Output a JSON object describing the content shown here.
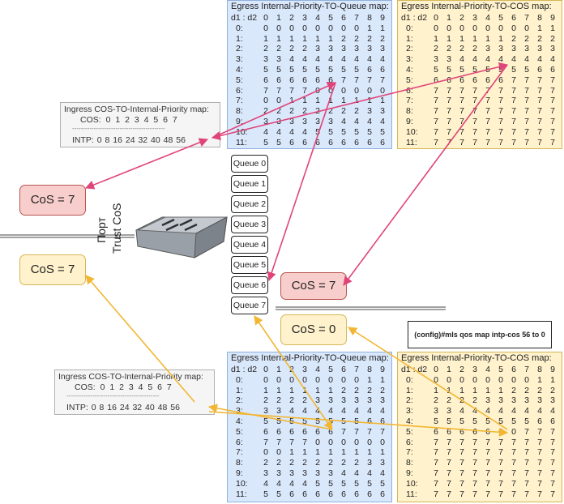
{
  "egress_queue_top": {
    "title": "Egress Internal-Priority-TO-Queue map:",
    "header_label": "d1 : d2",
    "cols": [
      "0",
      "1",
      "2",
      "3",
      "4",
      "5",
      "6",
      "7",
      "8",
      "9"
    ],
    "rows": [
      {
        "label": "0:",
        "values": [
          "0",
          "0",
          "0",
          "0",
          "0",
          "0",
          "0",
          "0",
          "1",
          "1"
        ]
      },
      {
        "label": "1:",
        "values": [
          "1",
          "1",
          "1",
          "1",
          "1",
          "1",
          "2",
          "2",
          "2",
          "2"
        ]
      },
      {
        "label": "2:",
        "values": [
          "2",
          "2",
          "2",
          "2",
          "3",
          "3",
          "3",
          "3",
          "3",
          "3"
        ]
      },
      {
        "label": "3:",
        "values": [
          "3",
          "3",
          "4",
          "4",
          "4",
          "4",
          "4",
          "4",
          "4",
          "4"
        ]
      },
      {
        "label": "4:",
        "values": [
          "5",
          "5",
          "5",
          "5",
          "5",
          "5",
          "5",
          "5",
          "6",
          "6"
        ]
      },
      {
        "label": "5:",
        "values": [
          "6",
          "6",
          "6",
          "6",
          "6",
          "6",
          "7",
          "7",
          "7",
          "7"
        ]
      },
      {
        "label": "6:",
        "values": [
          "7",
          "7",
          "7",
          "7",
          "0",
          "0",
          "0",
          "0",
          "0",
          "0"
        ]
      },
      {
        "label": "7:",
        "values": [
          "0",
          "0",
          "1",
          "1",
          "1",
          "1",
          "1",
          "1",
          "1",
          "1"
        ]
      },
      {
        "label": "8:",
        "values": [
          "2",
          "2",
          "2",
          "2",
          "2",
          "2",
          "2",
          "2",
          "3",
          "3"
        ]
      },
      {
        "label": "9:",
        "values": [
          "3",
          "3",
          "3",
          "3",
          "3",
          "3",
          "4",
          "4",
          "4",
          "4"
        ]
      },
      {
        "label": "10:",
        "values": [
          "4",
          "4",
          "4",
          "4",
          "5",
          "5",
          "5",
          "5",
          "5",
          "5"
        ]
      },
      {
        "label": "11:",
        "values": [
          "5",
          "5",
          "6",
          "6",
          "6",
          "6",
          "6",
          "6",
          "6",
          "6"
        ]
      }
    ]
  },
  "egress_cos_top": {
    "title": "Egress Internal-Priority-TO-COS map:",
    "header_label": "d1 : d2",
    "cols": [
      "0",
      "1",
      "2",
      "3",
      "4",
      "5",
      "6",
      "7",
      "8",
      "9"
    ],
    "rows": [
      {
        "label": "0:",
        "values": [
          "0",
          "0",
          "0",
          "0",
          "0",
          "0",
          "0",
          "0",
          "1",
          "1"
        ]
      },
      {
        "label": "1:",
        "values": [
          "1",
          "1",
          "1",
          "1",
          "1",
          "1",
          "2",
          "2",
          "2",
          "2"
        ]
      },
      {
        "label": "2:",
        "values": [
          "2",
          "2",
          "2",
          "2",
          "3",
          "3",
          "3",
          "3",
          "3",
          "3"
        ]
      },
      {
        "label": "3:",
        "values": [
          "3",
          "3",
          "4",
          "4",
          "4",
          "4",
          "4",
          "4",
          "4",
          "4"
        ]
      },
      {
        "label": "4:",
        "values": [
          "5",
          "5",
          "5",
          "5",
          "5",
          "5",
          "5",
          "5",
          "6",
          "6"
        ]
      },
      {
        "label": "5:",
        "values": [
          "6",
          "6",
          "6",
          "6",
          "6",
          "6",
          "7",
          "7",
          "7",
          "7"
        ]
      },
      {
        "label": "6:",
        "values": [
          "7",
          "7",
          "7",
          "7",
          "7",
          "7",
          "7",
          "7",
          "7",
          "7"
        ]
      },
      {
        "label": "7:",
        "values": [
          "7",
          "7",
          "7",
          "7",
          "7",
          "7",
          "7",
          "7",
          "7",
          "7"
        ]
      },
      {
        "label": "8:",
        "values": [
          "7",
          "7",
          "7",
          "7",
          "7",
          "7",
          "7",
          "7",
          "7",
          "7"
        ]
      },
      {
        "label": "9:",
        "values": [
          "7",
          "7",
          "7",
          "7",
          "7",
          "7",
          "7",
          "7",
          "7",
          "7"
        ]
      },
      {
        "label": "10:",
        "values": [
          "7",
          "7",
          "7",
          "7",
          "7",
          "7",
          "7",
          "7",
          "7",
          "7"
        ]
      },
      {
        "label": "11:",
        "values": [
          "7",
          "7",
          "7",
          "7",
          "7",
          "7",
          "7",
          "7",
          "7",
          "7"
        ]
      }
    ]
  },
  "egress_queue_bottom": {
    "title": "Egress Internal-Priority-TO-Queue map:",
    "header_label": "d1 : d2",
    "cols": [
      "0",
      "1",
      "2",
      "3",
      "4",
      "5",
      "6",
      "7",
      "8",
      "9"
    ],
    "rows": [
      {
        "label": "0:",
        "values": [
          "0",
          "0",
          "0",
          "0",
          "0",
          "0",
          "0",
          "0",
          "1",
          "1"
        ]
      },
      {
        "label": "1:",
        "values": [
          "1",
          "1",
          "1",
          "1",
          "1",
          "1",
          "2",
          "2",
          "2",
          "2"
        ]
      },
      {
        "label": "2:",
        "values": [
          "2",
          "2",
          "2",
          "2",
          "3",
          "3",
          "3",
          "3",
          "3",
          "3"
        ]
      },
      {
        "label": "3:",
        "values": [
          "3",
          "3",
          "4",
          "4",
          "4",
          "4",
          "4",
          "4",
          "4",
          "4"
        ]
      },
      {
        "label": "4:",
        "values": [
          "5",
          "5",
          "5",
          "5",
          "5",
          "5",
          "5",
          "5",
          "6",
          "6"
        ]
      },
      {
        "label": "5:",
        "values": [
          "6",
          "6",
          "6",
          "6",
          "6",
          "6",
          "7",
          "7",
          "7",
          "7"
        ]
      },
      {
        "label": "6:",
        "values": [
          "7",
          "7",
          "7",
          "7",
          "0",
          "0",
          "0",
          "0",
          "0",
          "0"
        ]
      },
      {
        "label": "7:",
        "values": [
          "0",
          "0",
          "1",
          "1",
          "1",
          "1",
          "1",
          "1",
          "1",
          "1"
        ]
      },
      {
        "label": "8:",
        "values": [
          "2",
          "2",
          "2",
          "2",
          "2",
          "2",
          "2",
          "2",
          "3",
          "3"
        ]
      },
      {
        "label": "9:",
        "values": [
          "3",
          "3",
          "3",
          "3",
          "3",
          "3",
          "4",
          "4",
          "4",
          "4"
        ]
      },
      {
        "label": "10:",
        "values": [
          "4",
          "4",
          "4",
          "4",
          "5",
          "5",
          "5",
          "5",
          "5",
          "5"
        ]
      },
      {
        "label": "11:",
        "values": [
          "5",
          "5",
          "6",
          "6",
          "6",
          "6",
          "6",
          "6",
          "6",
          "6"
        ]
      }
    ]
  },
  "egress_cos_bottom": {
    "title": "Egress Internal-Priority-TO-COS map:",
    "header_label": "d1 : d2",
    "cols": [
      "0",
      "1",
      "2",
      "3",
      "4",
      "5",
      "6",
      "7",
      "8",
      "9"
    ],
    "rows": [
      {
        "label": "0:",
        "values": [
          "0",
          "0",
          "0",
          "0",
          "0",
          "0",
          "0",
          "0",
          "1",
          "1"
        ]
      },
      {
        "label": "1:",
        "values": [
          "1",
          "1",
          "1",
          "1",
          "1",
          "1",
          "2",
          "2",
          "2",
          "2"
        ]
      },
      {
        "label": "2:",
        "values": [
          "2",
          "2",
          "2",
          "2",
          "3",
          "3",
          "3",
          "3",
          "3",
          "3"
        ]
      },
      {
        "label": "3:",
        "values": [
          "3",
          "3",
          "4",
          "4",
          "4",
          "4",
          "4",
          "4",
          "4",
          "4"
        ]
      },
      {
        "label": "4:",
        "values": [
          "5",
          "5",
          "5",
          "5",
          "5",
          "5",
          "5",
          "5",
          "6",
          "6"
        ]
      },
      {
        "label": "5:",
        "values": [
          "6",
          "6",
          "6",
          "6",
          "6",
          "6",
          "0",
          "7",
          "7",
          "7"
        ]
      },
      {
        "label": "6:",
        "values": [
          "7",
          "7",
          "7",
          "7",
          "7",
          "7",
          "7",
          "7",
          "7",
          "7"
        ]
      },
      {
        "label": "7:",
        "values": [
          "7",
          "7",
          "7",
          "7",
          "7",
          "7",
          "7",
          "7",
          "7",
          "7"
        ]
      },
      {
        "label": "8:",
        "values": [
          "7",
          "7",
          "7",
          "7",
          "7",
          "7",
          "7",
          "7",
          "7",
          "7"
        ]
      },
      {
        "label": "9:",
        "values": [
          "7",
          "7",
          "7",
          "7",
          "7",
          "7",
          "7",
          "7",
          "7",
          "7"
        ]
      },
      {
        "label": "10:",
        "values": [
          "7",
          "7",
          "7",
          "7",
          "7",
          "7",
          "7",
          "7",
          "7",
          "7"
        ]
      },
      {
        "label": "11:",
        "values": [
          "7",
          "7",
          "7",
          "7",
          "7",
          "7",
          "7",
          "7",
          "7",
          "7"
        ]
      }
    ]
  },
  "ingress_top": {
    "title": "Ingress COS-TO-Internal-Priority map:",
    "cos_line": "COS:  0   1   2   3   4   5   6   7",
    "divider": "-------------------------------------------",
    "intp_line": "INTP: 0   8   16  24  32  40  48  56"
  },
  "ingress_bottom": {
    "title": "Ingress COS-TO-Internal-Priority map:",
    "cos_line": "COS:  0   1   2   3   4   5   6   7",
    "divider": "-------------------------------------------",
    "intp_line": "INTP: 0   8   16  24  32  40  48  56"
  },
  "queues": [
    "Queue 0",
    "Queue 1",
    "Queue 2",
    "Queue 3",
    "Queue 4",
    "Queue 5",
    "Queue 6",
    "Queue 7"
  ],
  "badges": {
    "ingress_cos_red": "CoS = 7",
    "ingress_cos_yellow": "CoS = 7",
    "egress_cos_red": "CoS = 7",
    "egress_cos_yellow": "CoS = 0"
  },
  "port_label": {
    "line1": "Порт",
    "line2": "Trust CoS"
  },
  "command": "(config)#mls qos map intp-cos 56 to 0",
  "colors": {
    "red_arrow": "#e0457a",
    "yellow_arrow": "#f2b632"
  }
}
